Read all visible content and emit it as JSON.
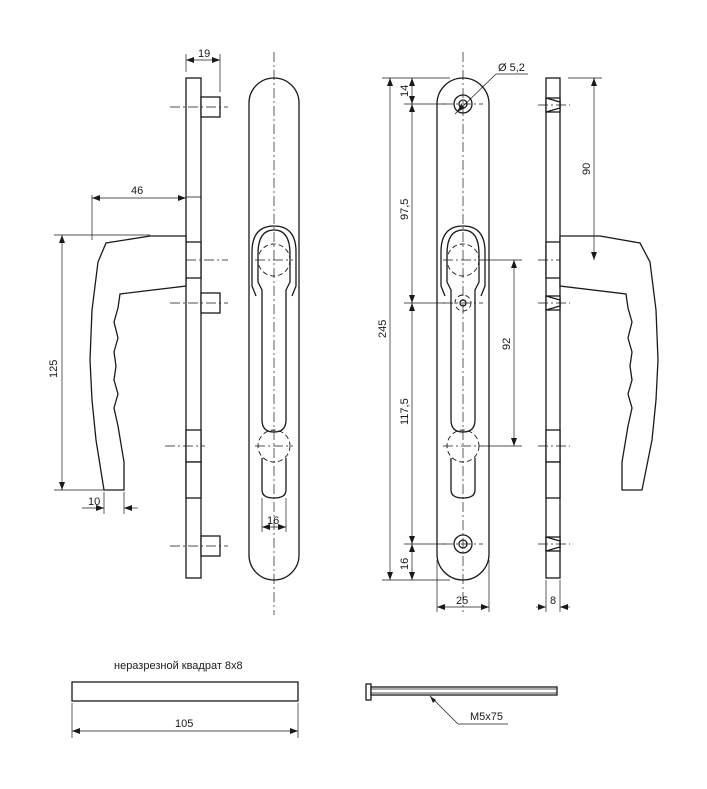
{
  "dimensions": {
    "d19": "19",
    "d46": "46",
    "d125": "125",
    "d10": "10",
    "d16_front": "16",
    "d245": "245",
    "d14": "14",
    "d97_5": "97,5",
    "d117_5": "117,5",
    "d16_bottom": "16",
    "d92": "92",
    "d25": "25",
    "d90": "90",
    "d8": "8",
    "d105": "105",
    "hole_diameter": "Ø 5,2"
  },
  "labels": {
    "spindle": "неразрезной квадрат 8x8",
    "screw": "M5x75"
  }
}
